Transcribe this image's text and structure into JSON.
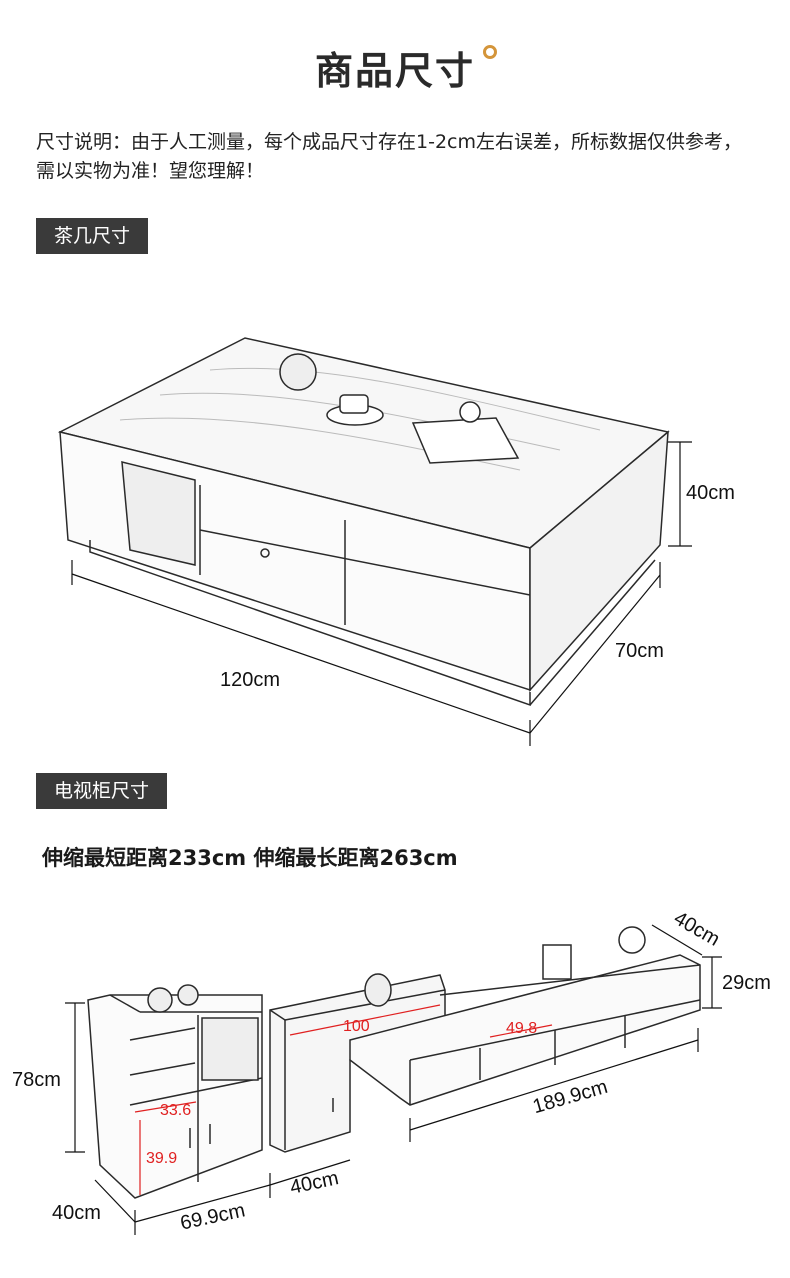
{
  "header": {
    "title": "商品尺寸"
  },
  "note": "尺寸说明：由于人工测量，每个成品尺寸存在1-2cm左右误差，所标数据仅供参考，需以实物为准！望您理解！",
  "coffee_table": {
    "tag": "茶几尺寸",
    "length": "120cm",
    "depth": "70cm",
    "height": "40cm"
  },
  "tv_cabinet": {
    "tag": "电视柜尺寸",
    "subtitle": "伸缩最短距离233cm 伸缩最长距离263cm",
    "height": "78cm",
    "depth_left": "40cm",
    "width_left": "69.9cm",
    "width_mid": "40cm",
    "width_right": "189.9cm",
    "depth_right": "40cm",
    "height_right": "29cm",
    "inner_100": "100",
    "inner_49_8": "49.8",
    "inner_33_6": "33.6",
    "inner_39_9": "39.9"
  }
}
